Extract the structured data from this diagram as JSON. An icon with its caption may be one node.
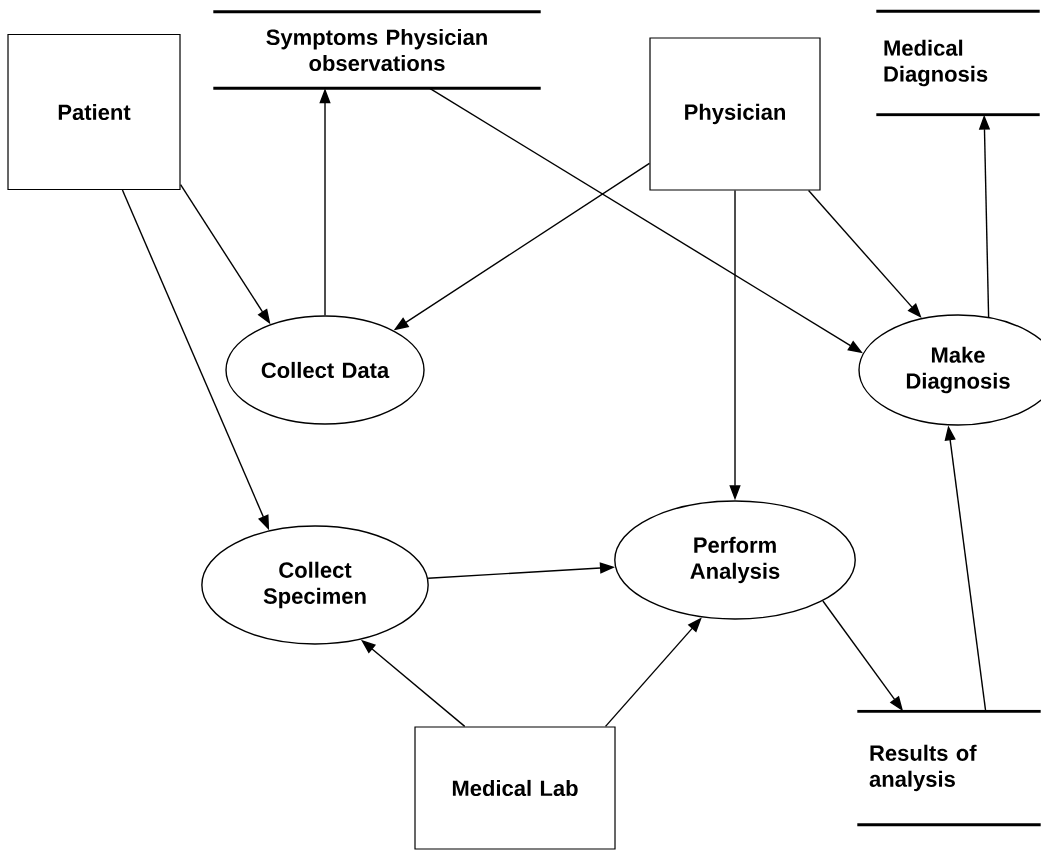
{
  "diagram": {
    "nodes": [
      {
        "text": [
          "Patient"
        ]
      },
      {
        "text": [
          "Symptoms Physician observations"
        ]
      },
      {
        "text": [
          "Physician"
        ]
      },
      {
        "text": [
          "Medical Diagnosis"
        ]
      },
      {
        "text": [
          "Collect Data"
        ]
      },
      {
        "text": [
          "Make Diagnosis"
        ]
      },
      {
        "text": [
          "Perform Analysis"
        ]
      },
      {
        "text": [
          "Collect Specimen"
        ]
      },
      {
        "text": [
          "Results of analysis"
        ]
      },
      {
        "text": [
          "Medical Lab"
        ]
      }
    ],
    "edges": [
      {
        "from": 0,
        "to": 4,
        "arrow": "to"
      },
      {
        "from": 0,
        "to": 7,
        "arrow": "to"
      },
      {
        "from": 4,
        "to": 1,
        "arrow": "to"
      },
      {
        "from": 2,
        "to": 4,
        "arrow": "to"
      },
      {
        "from": 1,
        "to": 5,
        "arrow": "to"
      },
      {
        "from": 2,
        "to": 6,
        "arrow": "to"
      },
      {
        "from": 2,
        "to": 5,
        "arrow": "to"
      },
      {
        "from": 5,
        "to": 3,
        "arrow": "to"
      },
      {
        "from": 7,
        "to": 6,
        "arrow": "to"
      },
      {
        "from": 6,
        "to": 8,
        "arrow": "to"
      },
      {
        "from": 8,
        "to": 5,
        "arrow": "to"
      },
      {
        "from": 9,
        "to": 7,
        "arrow": "to"
      },
      {
        "from": 9,
        "to": 6,
        "arrow": "to"
      }
    ]
  }
}
